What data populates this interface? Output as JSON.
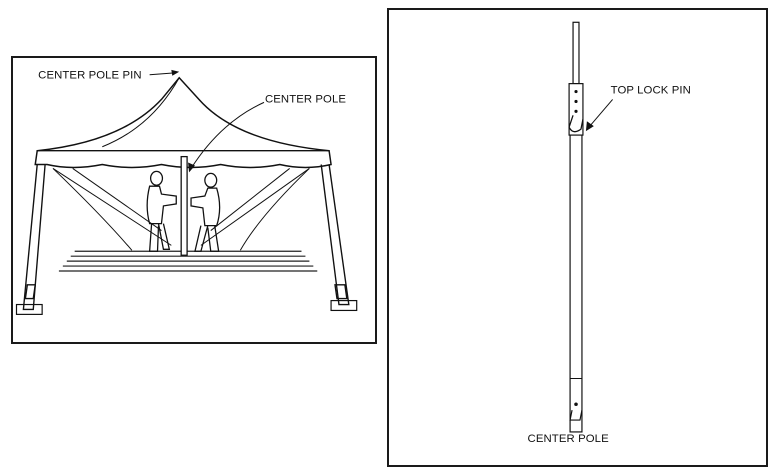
{
  "figure": {
    "left_panel": {
      "labels": {
        "center_pole_pin": "CENTER POLE PIN",
        "center_pole": "CENTER POLE"
      }
    },
    "right_panel": {
      "labels": {
        "top_lock_pin": "TOP LOCK PIN",
        "center_pole": "CENTER POLE"
      }
    }
  }
}
